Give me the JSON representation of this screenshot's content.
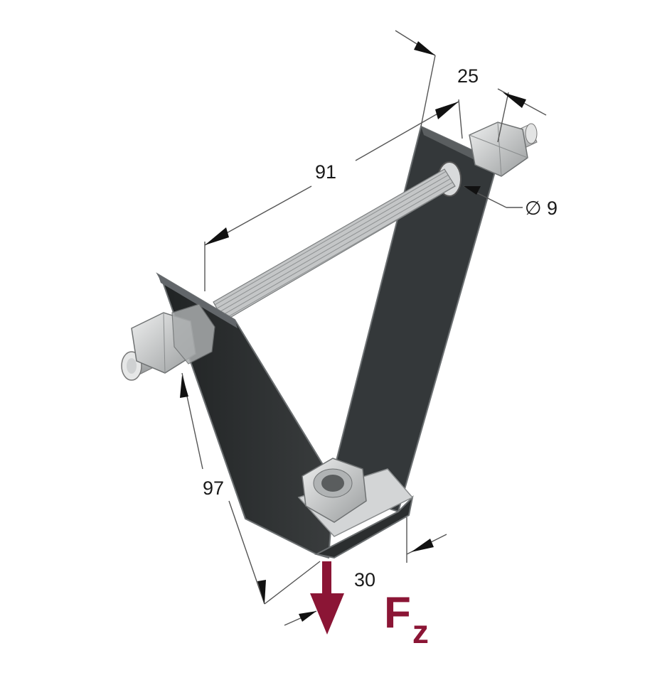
{
  "dimensions": {
    "length_91": "91",
    "height_97": "97",
    "width_25": "25",
    "width_30": "30",
    "diameter_label": "∅ 9"
  },
  "force": {
    "symbol": "F",
    "subscript": "z",
    "color": "#8b1535"
  },
  "colors": {
    "bracket": "#2b2e2f",
    "bracket_edge": "#5a5e60",
    "steel": "#c9cbcc",
    "dimension_line": "#555555"
  }
}
